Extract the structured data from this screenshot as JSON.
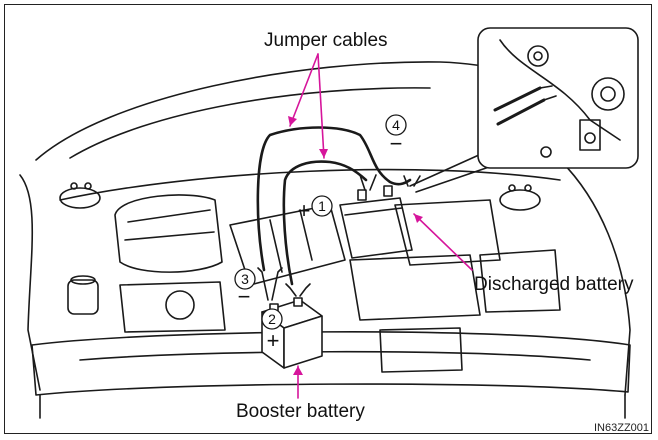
{
  "labels": {
    "jumper_cables": "Jumper cables",
    "discharged_battery": "Discharged battery",
    "booster_battery": "Booster battery",
    "figure_code": "IN63ZZ001"
  },
  "steps": [
    {
      "number": "1",
      "sign": "+"
    },
    {
      "number": "2",
      "sign": "+"
    },
    {
      "number": "3",
      "sign": "−"
    },
    {
      "number": "4",
      "sign": "−"
    }
  ],
  "colors": {
    "leader": "#d6159b",
    "line": "#1a1a1a",
    "background": "#ffffff"
  }
}
